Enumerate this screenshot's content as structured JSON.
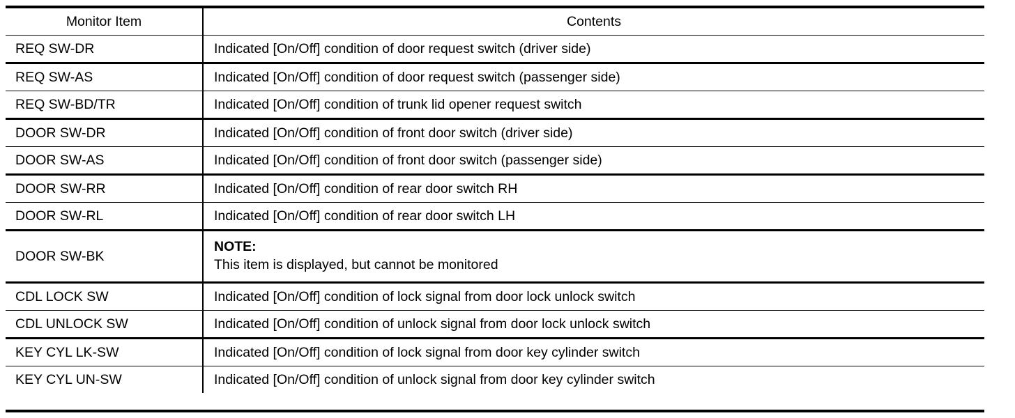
{
  "table": {
    "title": "Monitor Item / Contents table",
    "columns": [
      {
        "key": "item",
        "header": "Monitor Item"
      },
      {
        "key": "contents",
        "header": "Contents"
      }
    ],
    "rows": [
      {
        "item": "REQ SW-DR",
        "contents": "Indicated [On/Off] condition of door request switch (driver side)"
      },
      {
        "item": "REQ SW-AS",
        "contents": "Indicated [On/Off] condition of door request switch (passenger side)"
      },
      {
        "item": "REQ SW-BD/TR",
        "contents": "Indicated [On/Off] condition of trunk lid opener request switch"
      },
      {
        "item": "DOOR SW-DR",
        "contents": "Indicated [On/Off] condition of front door switch (driver side)"
      },
      {
        "item": "DOOR SW-AS",
        "contents": "Indicated [On/Off] condition of front door switch (passenger side)"
      },
      {
        "item": "DOOR SW-RR",
        "contents": "Indicated [On/Off] condition of rear door switch RH"
      },
      {
        "item": "DOOR SW-RL",
        "contents": "Indicated [On/Off] condition of rear door switch LH"
      },
      {
        "item": "DOOR SW-BK",
        "note_label": "NOTE:",
        "note_text": "This item is displayed, but cannot be monitored"
      },
      {
        "item": "CDL LOCK SW",
        "contents": "Indicated [On/Off] condition of lock signal from door lock unlock switch"
      },
      {
        "item": "CDL UNLOCK SW",
        "contents": "Indicated [On/Off] condition of unlock signal from door lock unlock switch"
      },
      {
        "item": "KEY CYL LK-SW",
        "contents": "Indicated [On/Off] condition of lock signal from door key cylinder switch"
      },
      {
        "item": "KEY CYL UN-SW",
        "contents": "Indicated [On/Off] condition of unlock signal from door key cylinder switch"
      }
    ]
  },
  "colors": {
    "text": "#000000",
    "rule": "#000000",
    "background": "#ffffff"
  }
}
